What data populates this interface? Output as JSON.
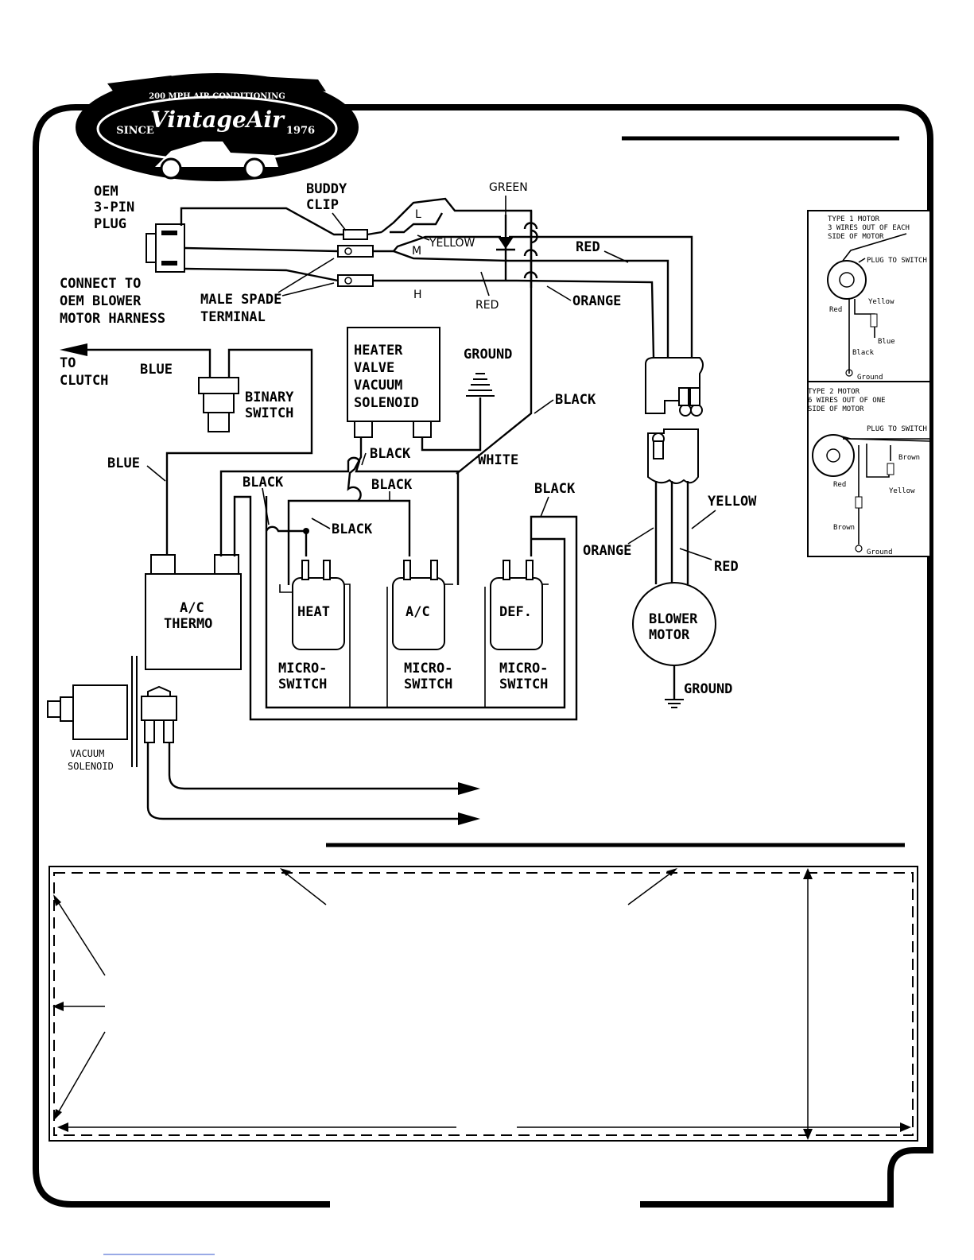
{
  "logo": {
    "arc_text": "200 MPH AIR CONDITIONING",
    "since": "SINCE",
    "brand": "VintageAir",
    "year": "1976"
  },
  "labels": {
    "oem_plug": [
      "OEM",
      "3-PIN",
      "PLUG"
    ],
    "buddy_clip": [
      "BUDDY",
      "CLIP"
    ],
    "green": "GREEN",
    "l": "L",
    "yellow_top": "YELLOW",
    "m": "M",
    "red_top": "RED",
    "connect": [
      "CONNECT TO",
      "OEM BLOWER",
      "MOTOR HARNESS"
    ],
    "male_spade": [
      "MALE SPADE",
      "TERMINAL"
    ],
    "h": "H",
    "red_mid": "RED",
    "orange_top": "ORANGE",
    "heater": [
      "HEATER",
      "VALVE",
      "VACUUM",
      "SOLENOID"
    ],
    "ground_top": "GROUND",
    "to_clutch": [
      "TO",
      "CLUTCH"
    ],
    "blue_top": "BLUE",
    "binary": [
      "BINARY",
      "SWITCH"
    ],
    "black_right": "BLACK",
    "white": "WHITE",
    "blue_left": "BLUE",
    "black_a": "BLACK",
    "black_b": "BLACK",
    "black_c": "BLACK",
    "black_d": "BLACK",
    "black_e": "BLACK",
    "yellow_low": "YELLOW",
    "orange_low": "ORANGE",
    "red_low": "RED",
    "ac_thermo": [
      "A/C",
      "THERMO"
    ],
    "heat": "HEAT",
    "ac": "A/C",
    "def": "DEF.",
    "micro": [
      "MICRO-",
      "SWITCH"
    ],
    "blower": [
      "BLOWER",
      "MOTOR"
    ],
    "ground_bottom": "GROUND",
    "vacuum": [
      "VACUUM",
      "SOLENOID"
    ]
  },
  "inset": {
    "type1": [
      "TYPE 1 MOTOR",
      "3 WIRES OUT OF EACH",
      "SIDE OF MOTOR"
    ],
    "plug1": "PLUG TO SWITCH",
    "yellow1": "Yellow",
    "red1": "Red",
    "blue1": "Blue",
    "black1": "Black",
    "ground1": "Ground",
    "type2": [
      "TYPE 2 MOTOR",
      "6 WIRES OUT OF ONE",
      "SIDE OF MOTOR"
    ],
    "plug2": "PLUG TO SWITCH",
    "brown2a": "Brown",
    "red2": "Red",
    "yellow2": "Yellow",
    "brown2b": "Brown",
    "ground2": "Ground"
  }
}
